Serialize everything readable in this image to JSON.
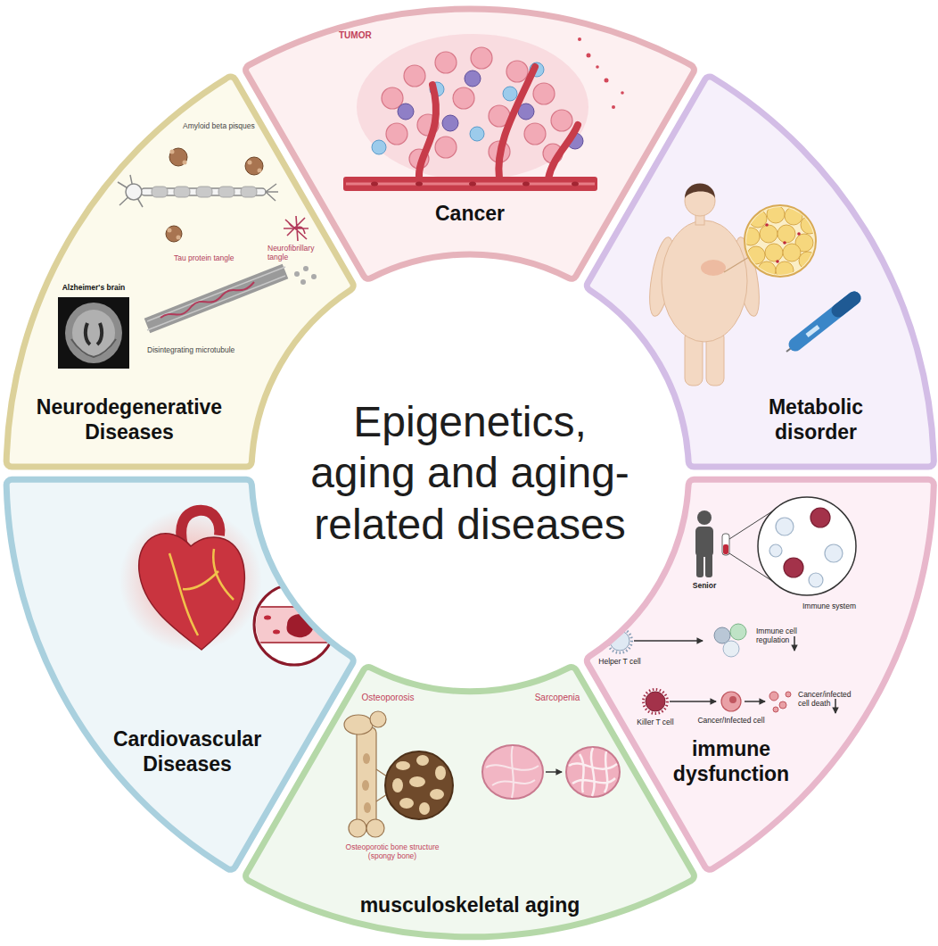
{
  "diagram": {
    "nodes": [
      {
        "text": [
          "Epigenetics, aging and aging-related diseases"
        ]
      },
      {
        "text": [
          "Cancer"
        ]
      },
      {
        "text": [
          "Metabolic disorder"
        ]
      },
      {
        "text": [
          "immune dysfunction"
        ]
      },
      {
        "text": [
          "musculoskeletal aging"
        ]
      },
      {
        "text": [
          "Cardiovascular Diseases"
        ]
      },
      {
        "text": [
          "Neurodegenerative Diseases"
        ]
      }
    ],
    "labels": [
      "TUMOR",
      "Amyloid beta pisques",
      "Neurofibrillary tangle",
      "Tau protein tangle",
      "Alzheimer's brain",
      "Disintegrating microtubule",
      "Senior",
      "Immune system",
      "Helper T cell",
      "Immune cell regulation",
      "Killer T cell",
      "Cancer/Infected cell",
      "Cancer/infected cell death",
      "Osteoporosis",
      "Sarcopenia",
      "Osteoporotic bone structure (spongy bone)"
    ]
  }
}
